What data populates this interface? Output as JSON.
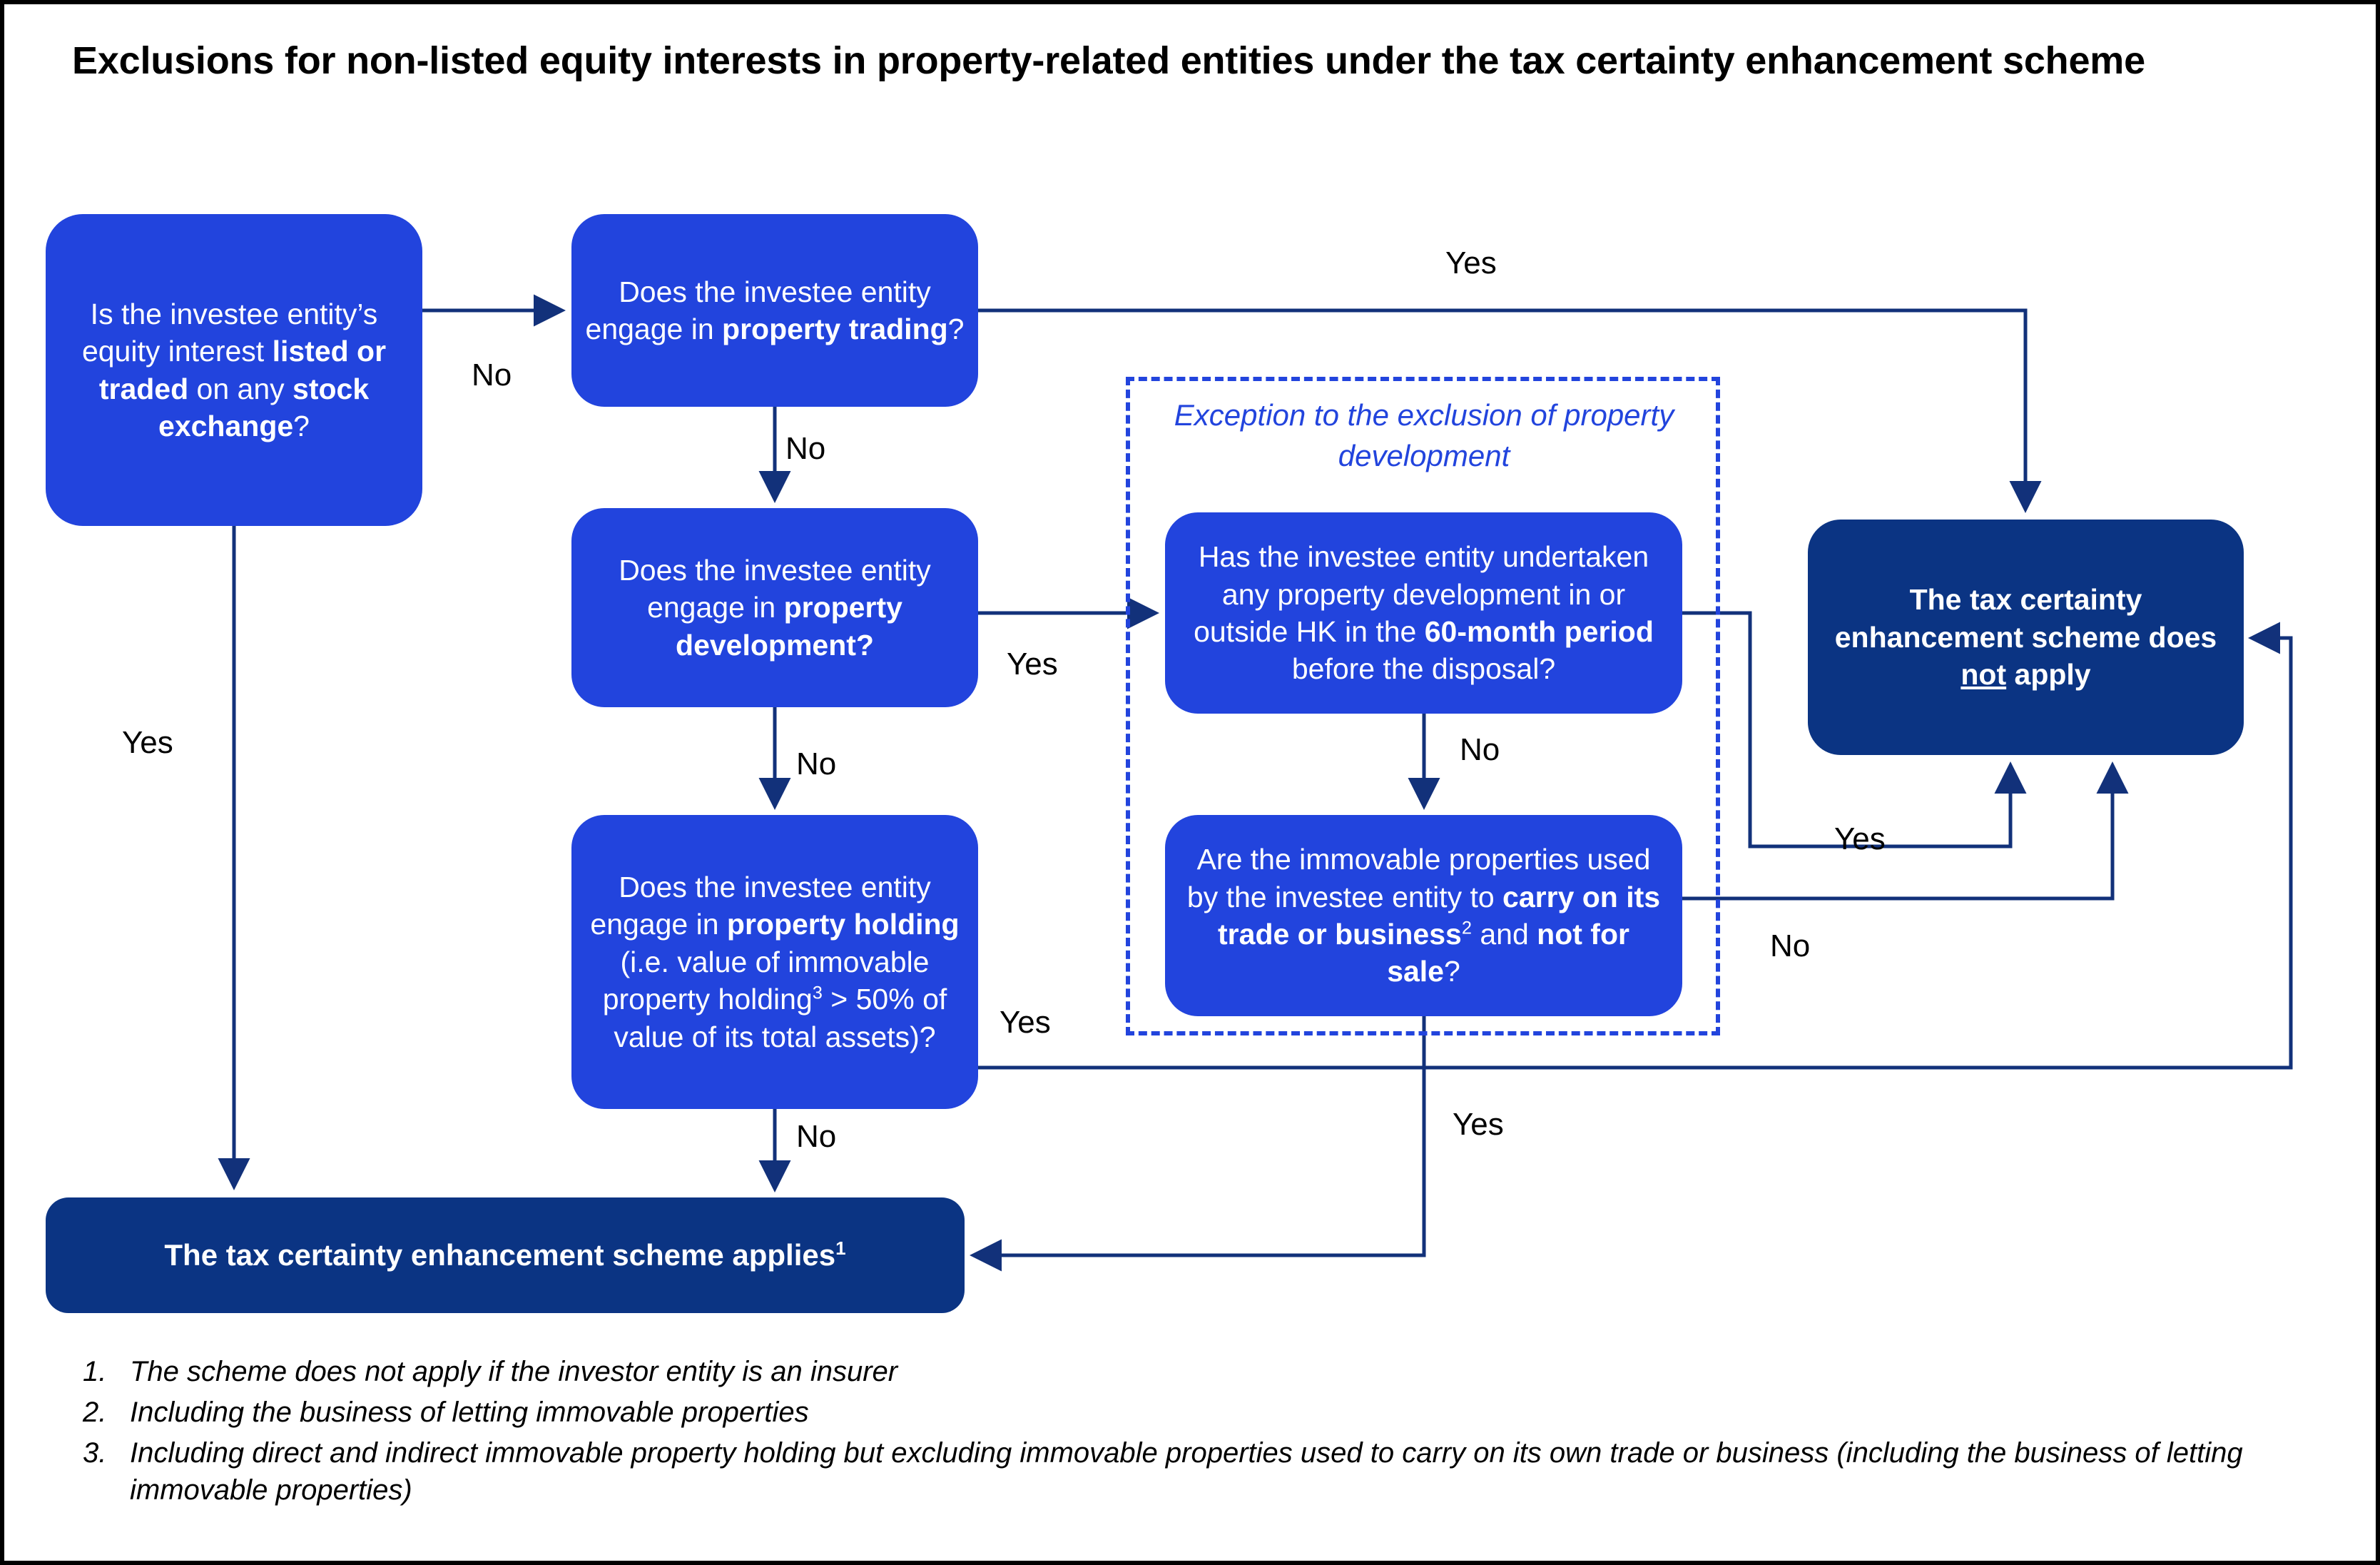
{
  "title": "Exclusions for non-listed equity interests in property-related entities under the tax certainty enhancement scheme",
  "colors": {
    "node_blue": "#2244dd",
    "node_navy": "#0b3483",
    "connector": "#12317a",
    "dashed_border": "#2244dd",
    "text_on_node": "#ffffff",
    "page_border": "#000000"
  },
  "nodes": {
    "listed": {
      "id": "is-equity-interest-listed",
      "parts": [
        "Is the investee entity’s equity interest ",
        "listed or traded",
        " on any ",
        "stock exchange",
        "?"
      ],
      "plain": "Is the investee entity’s equity interest listed or traded on any stock exchange?"
    },
    "trading": {
      "id": "engage-property-trading",
      "parts": [
        "Does the investee entity engage in ",
        "property trading",
        "?"
      ],
      "plain": "Does the investee entity engage in property trading?"
    },
    "development": {
      "id": "engage-property-development",
      "parts": [
        "Does the investee entity engage in ",
        "property development?"
      ],
      "plain": "Does the investee entity engage in property development?"
    },
    "holding": {
      "id": "engage-property-holding",
      "parts": [
        "Does the investee entity engage in ",
        "property holding",
        " (i.e. value of immovable property holding",
        "3",
        " > 50% of value of its total assets)?"
      ],
      "plain": "Does the investee entity engage in property holding (i.e. value of immovable property holding3 > 50% of value of its total assets)?"
    },
    "sixty_month": {
      "id": "undertaken-development-60-month",
      "parts": [
        "Has the investee entity undertaken any property development in or outside HK in the ",
        "60-month period",
        " before the disposal?"
      ],
      "plain": "Has the investee entity undertaken any property development in or outside HK in the 60-month period before the disposal?"
    },
    "carry_on": {
      "id": "properties-used-to-carry-on-trade",
      "parts": [
        "Are the immovable properties used by the investee entity to ",
        "carry on its trade or business",
        "2",
        " and ",
        "not for sale",
        "?"
      ],
      "plain": "Are the immovable properties used by the investee entity to carry on its trade or business2 and not for sale?"
    },
    "not_apply": {
      "id": "scheme-does-not-apply",
      "parts": [
        "The tax certainty enhancement scheme does ",
        "not",
        " apply"
      ],
      "plain": "The tax certainty enhancement scheme does not apply"
    },
    "applies": {
      "id": "scheme-applies",
      "parts": [
        "The tax certainty enhancement scheme applies",
        "1"
      ],
      "plain": "The tax certainty enhancement scheme applies1"
    }
  },
  "exception_box": {
    "label": "Exception to the exclusion of property development"
  },
  "edge_labels": {
    "listed_no": "No",
    "listed_yes": "Yes",
    "trading_no": "No",
    "trading_yes": "Yes",
    "development_no": "No",
    "development_yes": "Yes",
    "holding_no": "No",
    "holding_yes": "Yes",
    "sixty_month_no": "No",
    "sixty_month_yes": "Yes",
    "carry_on_yes": "Yes",
    "carry_on_no": "No"
  },
  "footnotes": [
    {
      "num": "1.",
      "text": "The scheme does not apply if the investor entity is an insurer"
    },
    {
      "num": "2.",
      "text": "Including the business of letting immovable properties"
    },
    {
      "num": "3.",
      "text": "Including direct and indirect immovable property holding but excluding immovable properties used to carry on its own trade or business (including the business of letting immovable properties)"
    }
  ]
}
